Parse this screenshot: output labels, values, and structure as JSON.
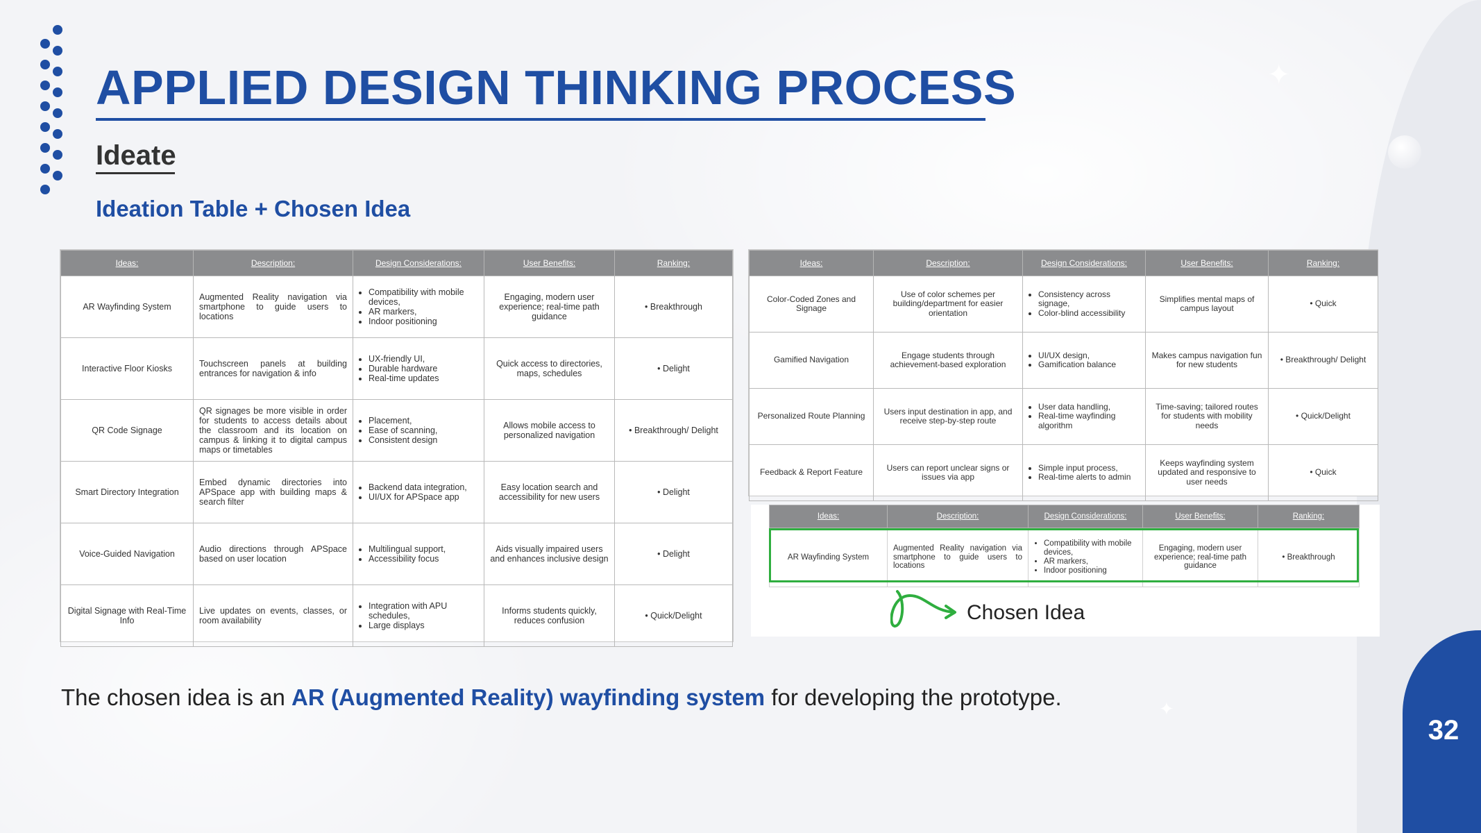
{
  "title": "APPLIED DESIGN THINKING PROCESS",
  "section": "Ideate",
  "subtitle": "Ideation Table + Chosen Idea",
  "headers": [
    "Ideas:",
    "Description:",
    "Design Considerations:",
    "User Benefits:",
    "Ranking:"
  ],
  "table_left": {
    "rows": [
      {
        "idea": "AR Wayfinding System",
        "description": "Augmented Reality navigation via smartphone to guide users to locations",
        "considerations": [
          "Compatibility with mobile devices,",
          "AR markers,",
          "Indoor positioning"
        ],
        "benefits": "Engaging, modern user experience; real-time path guidance",
        "ranking": "• Breakthrough"
      },
      {
        "idea": "Interactive Floor Kiosks",
        "description": "Touchscreen panels at building entrances for navigation & info",
        "considerations": [
          "UX-friendly UI,",
          "Durable hardware",
          "Real-time updates"
        ],
        "benefits": "Quick access to directories, maps, schedules",
        "ranking": "• Delight"
      },
      {
        "idea": "QR Code Signage",
        "description": "QR signages be more visible in order for students to access details about the classroom and its location on campus & linking it to digital campus maps or timetables",
        "considerations": [
          "Placement,",
          "Ease of scanning,",
          "Consistent design"
        ],
        "benefits": "Allows mobile access to personalized navigation",
        "ranking": "• Breakthrough/ Delight"
      },
      {
        "idea": "Smart Directory Integration",
        "description": "Embed dynamic directories into APSpace app with building maps & search filter",
        "considerations": [
          "Backend data integration,",
          "UI/UX for APSpace app"
        ],
        "benefits": "Easy location search and accessibility for new users",
        "ranking": "• Delight"
      },
      {
        "idea": "Voice-Guided Navigation",
        "description": "Audio directions through APSpace based on user location",
        "considerations": [
          "Multilingual support,",
          "Accessibility focus"
        ],
        "benefits": "Aids visually impaired users and enhances inclusive design",
        "ranking": "• Delight"
      },
      {
        "idea": "Digital Signage with Real-Time Info",
        "description": "Live updates on events, classes, or room availability",
        "considerations": [
          "Integration with APU schedules,",
          "Large displays"
        ],
        "benefits": "Informs students quickly, reduces confusion",
        "ranking": "• Quick/Delight"
      }
    ]
  },
  "table_right": {
    "rows": [
      {
        "idea": "Color-Coded Zones and Signage",
        "description": "Use of color schemes per building/department for easier orientation",
        "considerations": [
          "Consistency across signage,",
          "Color-blind accessibility"
        ],
        "benefits": "Simplifies mental maps of campus layout",
        "ranking": "• Quick"
      },
      {
        "idea": "Gamified Navigation",
        "description": "Engage students through achievement-based exploration",
        "considerations": [
          "UI/UX design,",
          "Gamification balance"
        ],
        "benefits": "Makes campus navigation fun for new students",
        "ranking": "• Breakthrough/ Delight"
      },
      {
        "idea": "Personalized Route Planning",
        "description": "Users input destination in app, and receive step-by-step route",
        "considerations": [
          "User data handling,",
          "Real-time wayfinding algorithm"
        ],
        "benefits": "Time-saving; tailored routes for students with mobility needs",
        "ranking": "• Quick/Delight"
      },
      {
        "idea": "Feedback & Report Feature",
        "description": "Users can report unclear signs or issues via app",
        "considerations": [
          "Simple input process,",
          "Real-time alerts to admin"
        ],
        "benefits": "Keeps wayfinding system updated and responsive to user needs",
        "ranking": "• Quick"
      }
    ]
  },
  "chosen_table": {
    "row": {
      "idea": "AR Wayfinding System",
      "description": "Augmented Reality navigation via smartphone to guide users to locations",
      "considerations": [
        "Compatibility with mobile devices,",
        "AR markers,",
        "Indoor positioning"
      ],
      "benefits": "Engaging, modern user experience; real-time path guidance",
      "ranking": "• Breakthrough"
    }
  },
  "chosen_label": "Chosen Idea",
  "bottom": {
    "prefix": "The chosen idea is an ",
    "highlight": "AR (Augmented Reality) wayfinding system",
    "suffix": " for developing the prototype."
  },
  "page_number": "32",
  "colors": {
    "brand_blue": "#1f4ea3",
    "header_gray": "#8b8c8e",
    "chosen_green": "#2fae3f"
  }
}
